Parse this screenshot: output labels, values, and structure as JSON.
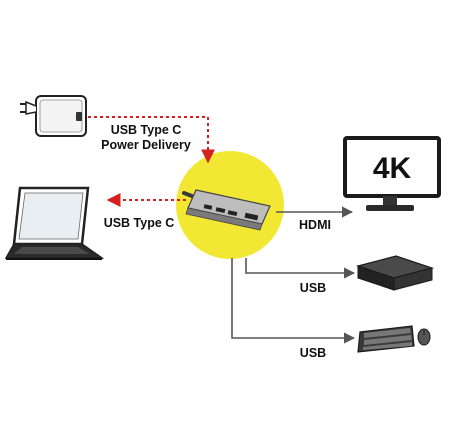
{
  "labels": {
    "power_line1": "USB Type C",
    "power_line2": "Power Delivery",
    "laptop_link": "USB Type C",
    "monitor_link": "HDMI",
    "drive_link": "USB",
    "keyboard_link": "USB"
  },
  "monitor_text": "4K",
  "colors": {
    "hub_circle": "#f2e833",
    "power_arrow": "#d42020",
    "connector_line": "#555555",
    "label_text": "#111111"
  },
  "icons": [
    "power-adapter-icon",
    "laptop-icon",
    "usb-c-hub-icon",
    "monitor-icon",
    "external-drive-icon",
    "keyboard-icon",
    "mouse-icon"
  ]
}
